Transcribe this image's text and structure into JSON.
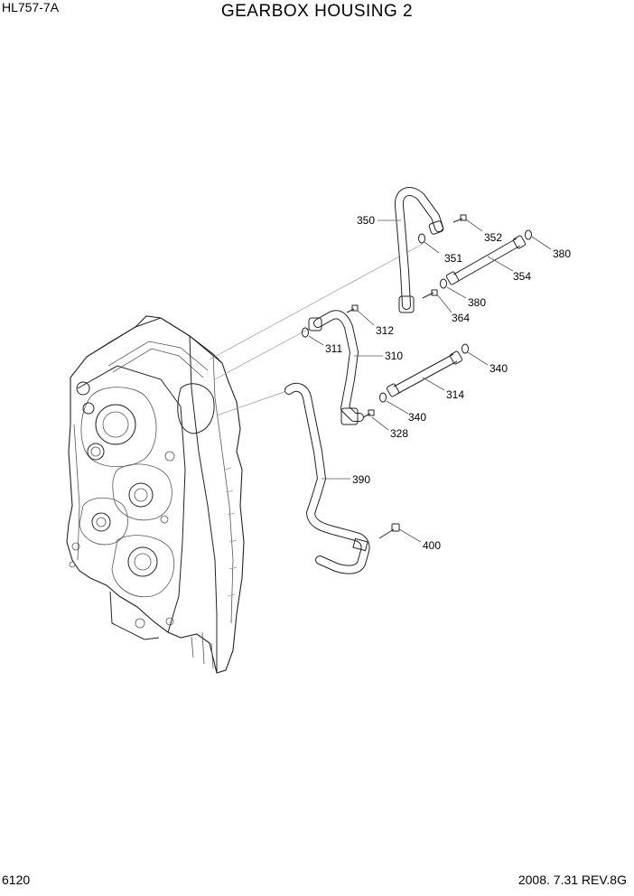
{
  "header": {
    "model": "HL757-7A",
    "title": "GEARBOX HOUSING 2"
  },
  "footer": {
    "page": "6120",
    "revision": "2008. 7.31  REV.8G"
  },
  "callouts": [
    {
      "id": "c350",
      "label": "350"
    },
    {
      "id": "c352",
      "label": "352"
    },
    {
      "id": "c351",
      "label": "351"
    },
    {
      "id": "c380a",
      "label": "380"
    },
    {
      "id": "c354",
      "label": "354"
    },
    {
      "id": "c380b",
      "label": "380"
    },
    {
      "id": "c364",
      "label": "364"
    },
    {
      "id": "c312",
      "label": "312"
    },
    {
      "id": "c311",
      "label": "311"
    },
    {
      "id": "c310",
      "label": "310"
    },
    {
      "id": "c340a",
      "label": "340"
    },
    {
      "id": "c314",
      "label": "314"
    },
    {
      "id": "c340b",
      "label": "340"
    },
    {
      "id": "c328",
      "label": "328"
    },
    {
      "id": "c390",
      "label": "390"
    },
    {
      "id": "c400",
      "label": "400"
    }
  ]
}
